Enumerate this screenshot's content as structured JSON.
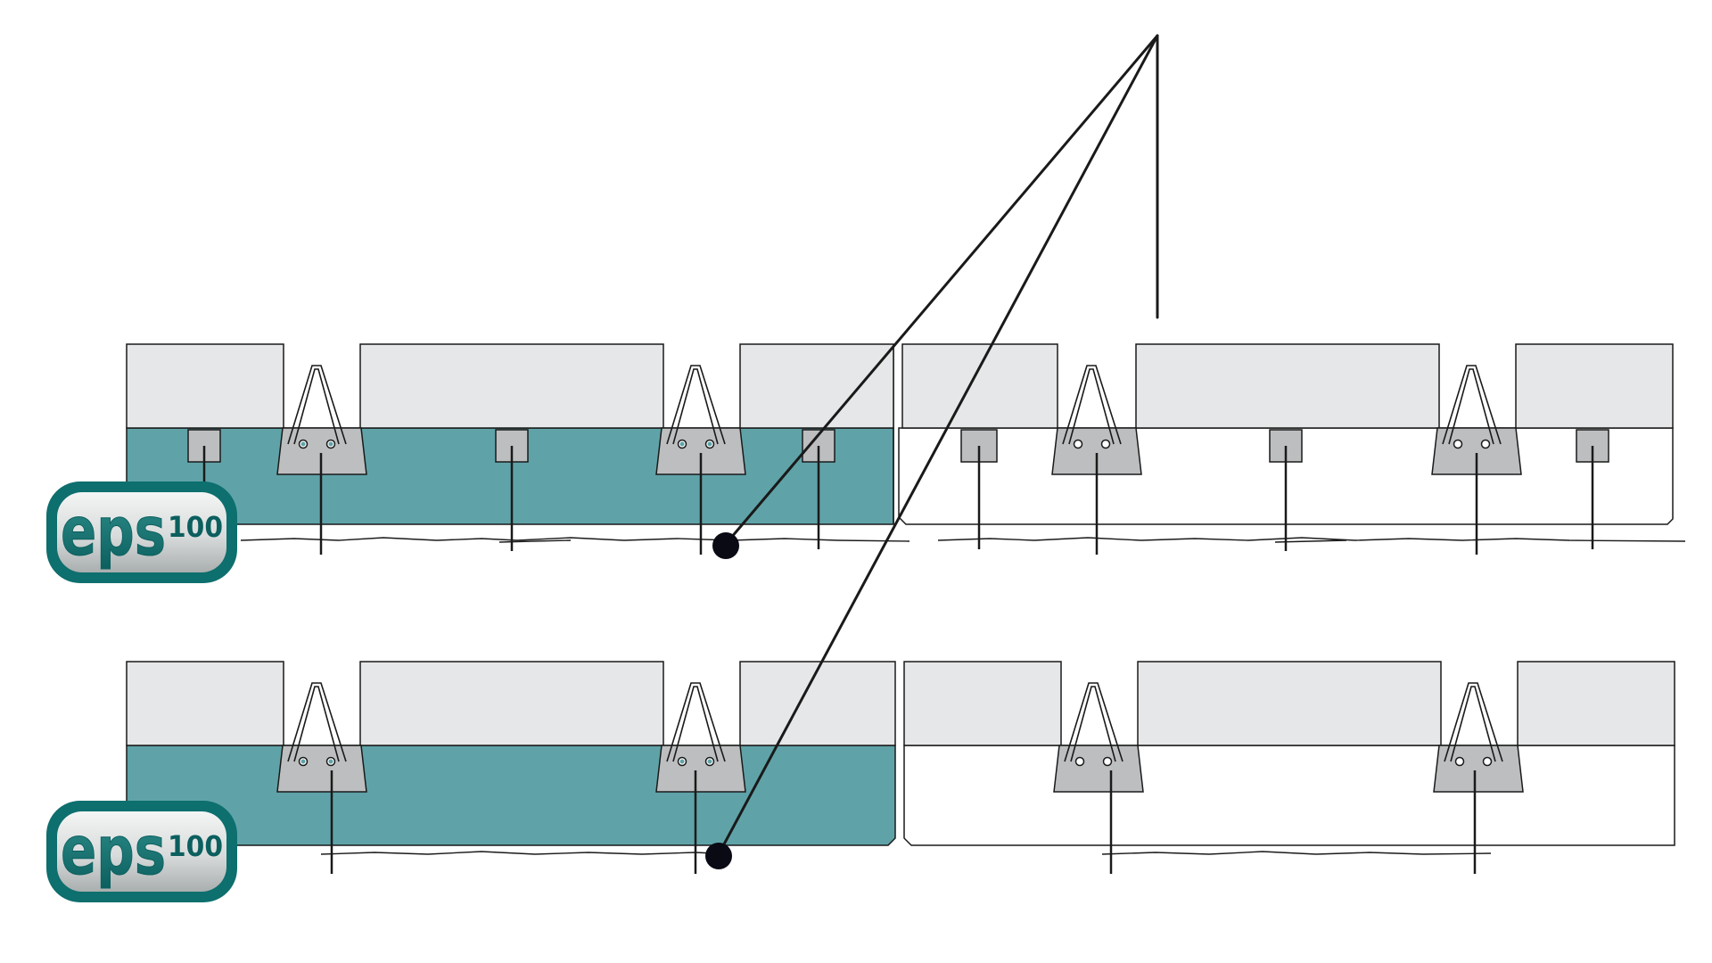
{
  "logos": [
    {
      "main": "eps",
      "sub": "100"
    },
    {
      "main": "eps",
      "sub": "100"
    }
  ],
  "colors": {
    "eps_fill": "#5fa3a8",
    "block_fill": "#e6e7e8",
    "spacer_fill": "#bdbec0",
    "line": "#1a1a1a",
    "logo_dark": "#0d6f6e",
    "logo_light": "#d9dcdc"
  },
  "icons": [
    "eps-logo-icon",
    "spacer-clip-icon",
    "leader-dot-icon"
  ]
}
